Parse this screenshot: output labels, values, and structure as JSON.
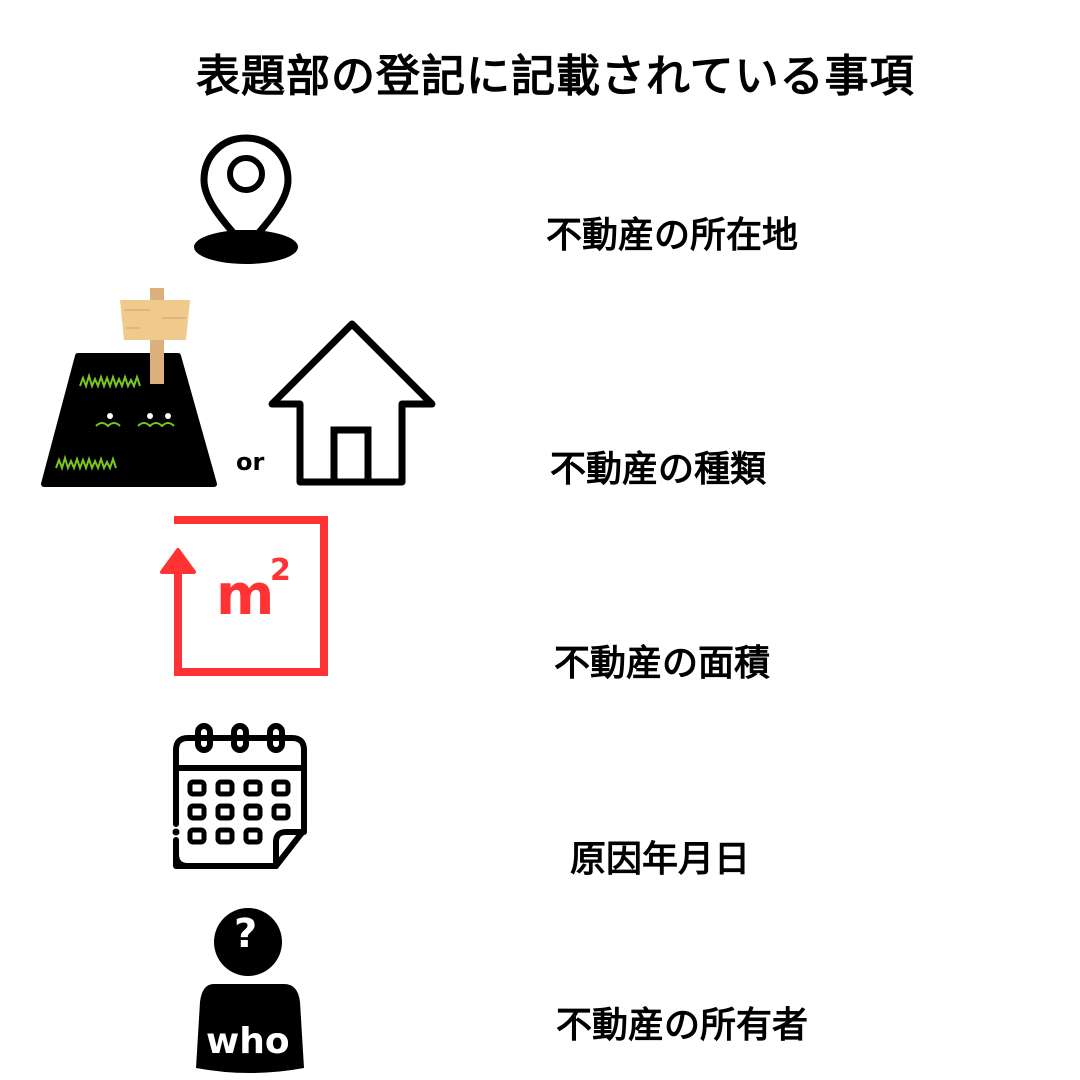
{
  "title": "表題部の登記に記載されている事項",
  "items": [
    {
      "icon": "location-pin-icon",
      "label": "不動産の所在地"
    },
    {
      "icon": "land-or-house-icon",
      "label": "不動産の種類",
      "connector": "or"
    },
    {
      "icon": "area-square-meter-icon",
      "label": "不動産の面積",
      "icon_text": "m",
      "icon_sup": "2"
    },
    {
      "icon": "calendar-icon",
      "label": "原因年月日"
    },
    {
      "icon": "unknown-person-icon",
      "label": "不動産の所有者",
      "icon_text": "who",
      "icon_badge": "?"
    }
  ],
  "colors": {
    "accent": "#ff3333",
    "wood": "#f0c98d",
    "post": "#dbb07c",
    "grass": "#7ac520"
  }
}
